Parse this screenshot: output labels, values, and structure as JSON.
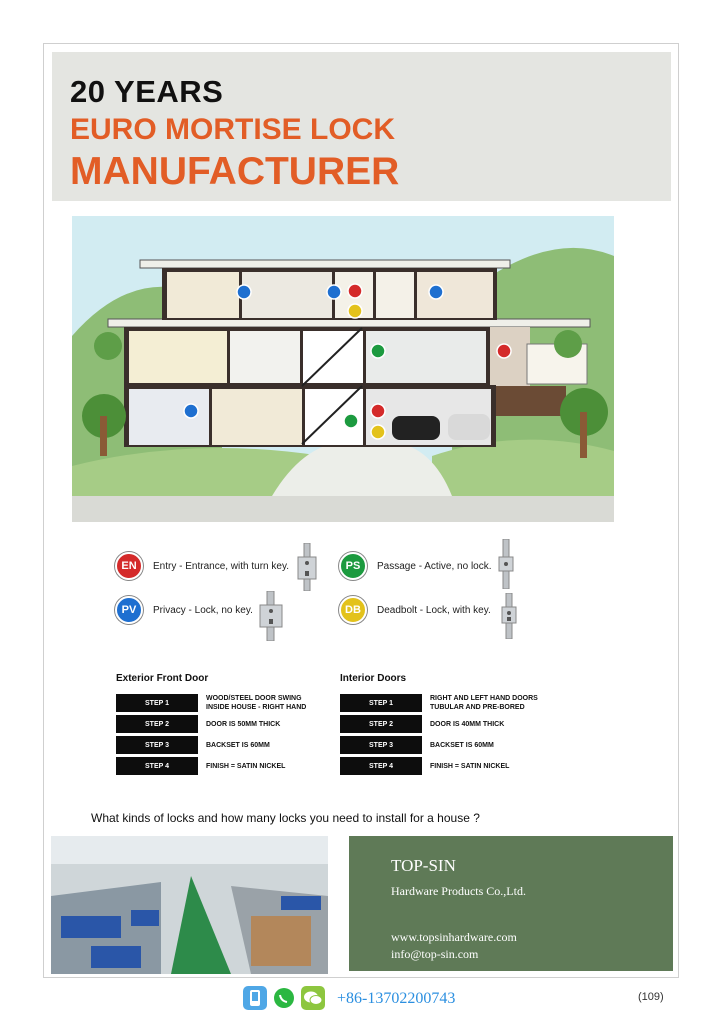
{
  "banner": {
    "line1": "20 YEARS",
    "line2": "EURO MORTISE LOCK",
    "line3": "MANUFACTURER",
    "accent_color": "#e25d26"
  },
  "house_badges": [
    {
      "code": "PV",
      "color": "#1e6fd0"
    },
    {
      "code": "EN",
      "color": "#d42a2a"
    },
    {
      "code": "PS",
      "color": "#1c9a3f"
    },
    {
      "code": "DB",
      "color": "#e3c21b"
    }
  ],
  "legend": [
    {
      "code": "EN",
      "color": "#d42a2a",
      "text": "Entry - Entrance, with turn key."
    },
    {
      "code": "PS",
      "color": "#1c9a3f",
      "text": "Passage - Active, no lock."
    },
    {
      "code": "PV",
      "color": "#1e6fd0",
      "text": "Privacy - Lock, no key."
    },
    {
      "code": "DB",
      "color": "#e3c21b",
      "text": "Deadbolt - Lock, with key."
    }
  ],
  "exterior": {
    "title": "Exterior Front Door",
    "steps": [
      {
        "label": "STEP 1",
        "text": "WOOD/STEEL  DOOR SWING\nINSIDE HOUSE - RIGHT HAND"
      },
      {
        "label": "STEP 2",
        "text": "DOOR IS 50MM  THICK"
      },
      {
        "label": "STEP 3",
        "text": "BACKSET IS 60MM"
      },
      {
        "label": "STEP 4",
        "text": "FINISH = SATIN NICKEL"
      }
    ]
  },
  "interior": {
    "title": "Interior Doors",
    "steps": [
      {
        "label": "STEP 1",
        "text": "RIGHT AND LEFT HAND DOORS\nTUBULAR AND PRE-BORED"
      },
      {
        "label": "STEP 2",
        "text": "DOOR IS 40MM  THICK"
      },
      {
        "label": "STEP 3",
        "text": "BACKSET IS 60MM"
      },
      {
        "label": "STEP 4",
        "text": "FINISH = SATIN NICKEL"
      }
    ]
  },
  "question": "What kinds of locks and how many locks you need to install for a house ?",
  "company": {
    "name": "TOP-SIN",
    "subtitle": "Hardware Products Co.,Ltd.",
    "website": "www.topsinhardware.com",
    "email": "info@top-sin.com",
    "panel_color": "#5f7a57"
  },
  "footer": {
    "icons": [
      "phone-icon",
      "whatsapp-icon",
      "wechat-icon"
    ],
    "phone": "+86-13702200743",
    "page_number": "(109)"
  }
}
